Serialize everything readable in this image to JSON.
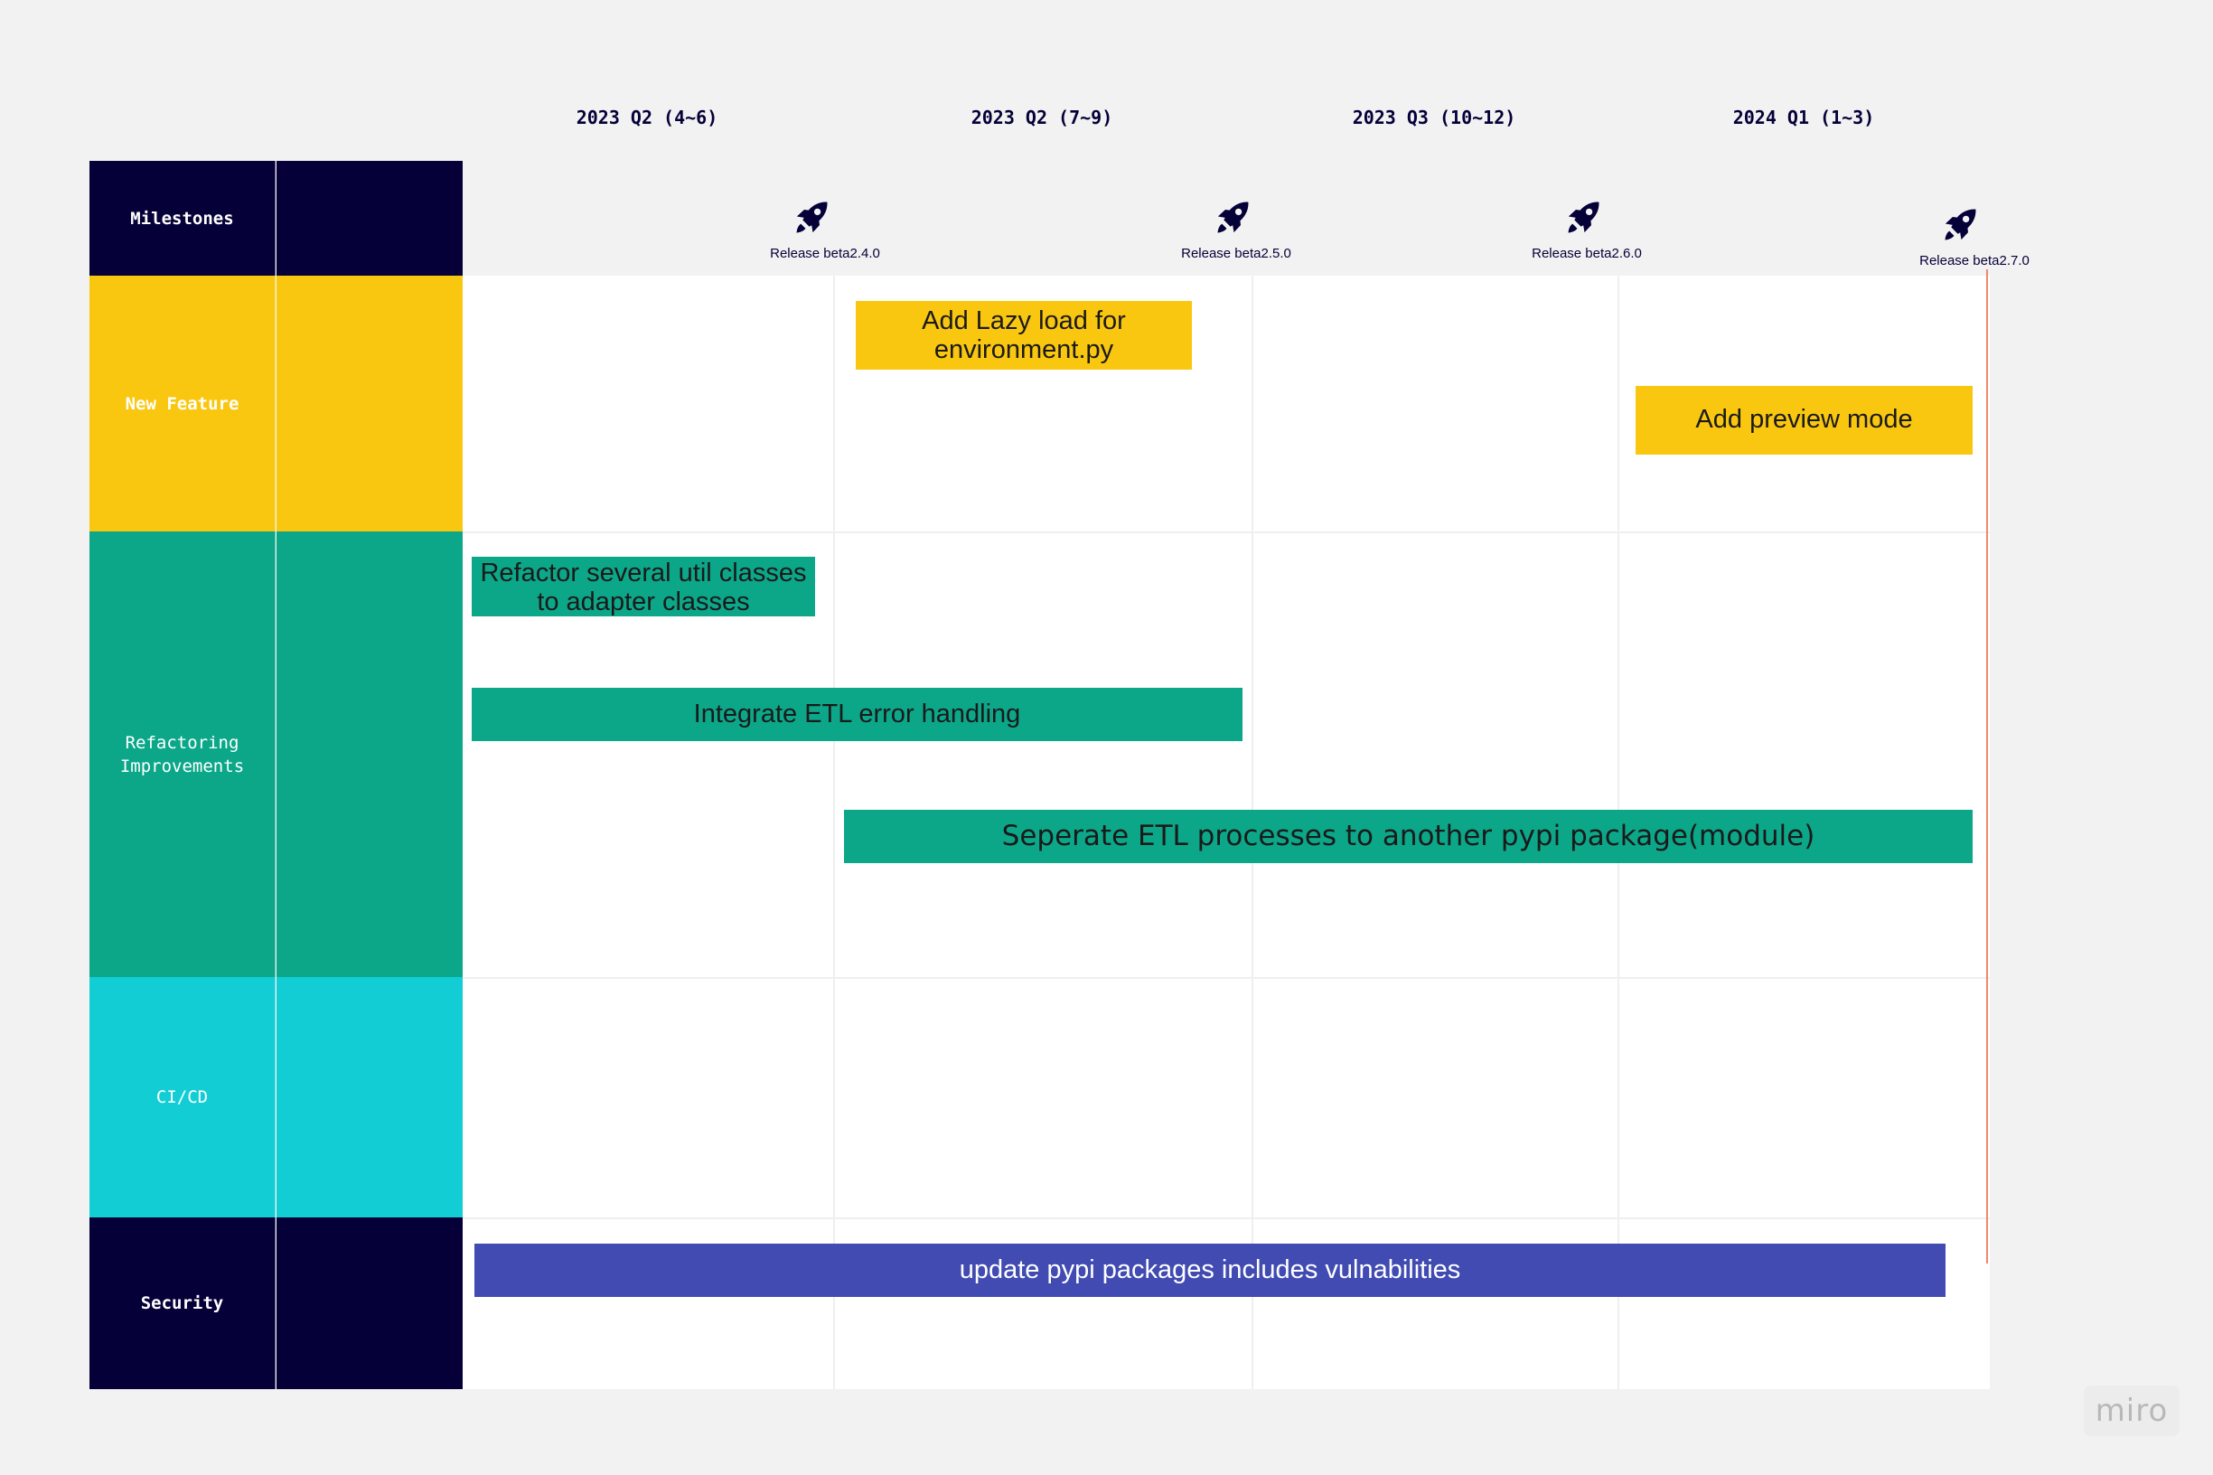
{
  "quarters": [
    "2023 Q2 (4~6)",
    "2023 Q2 (7~9)",
    "2023 Q3 (10~12)",
    "2024 Q1 (1~3)"
  ],
  "lanes": {
    "milestones": "Milestones",
    "new_feature": "New Feature",
    "refactoring": "Refactoring Improvements",
    "cicd": "CI/CD",
    "security": "Security"
  },
  "milestones": [
    "Release beta2.4.0",
    "Release beta2.5.0",
    "Release beta2.6.0",
    "Release beta2.7.0"
  ],
  "cards": {
    "lazy_load": "Add Lazy load for environment.py",
    "preview_mode": "Add preview mode",
    "refactor_util": "Refactor several util classes to adapter classes",
    "etl_error": "Integrate ETL error handling",
    "separate_etl": "Seperate ETL processes to another pypi package(module)",
    "pypi_vuln": "update pypi packages includes vulnabilities"
  },
  "colors": {
    "navy": "#050038",
    "yellow": "#fac710",
    "green": "#0ca789",
    "cyan": "#12cdd4",
    "indigo": "#414bb2"
  },
  "icons": [
    "rocket-icon"
  ],
  "brand": "miro"
}
